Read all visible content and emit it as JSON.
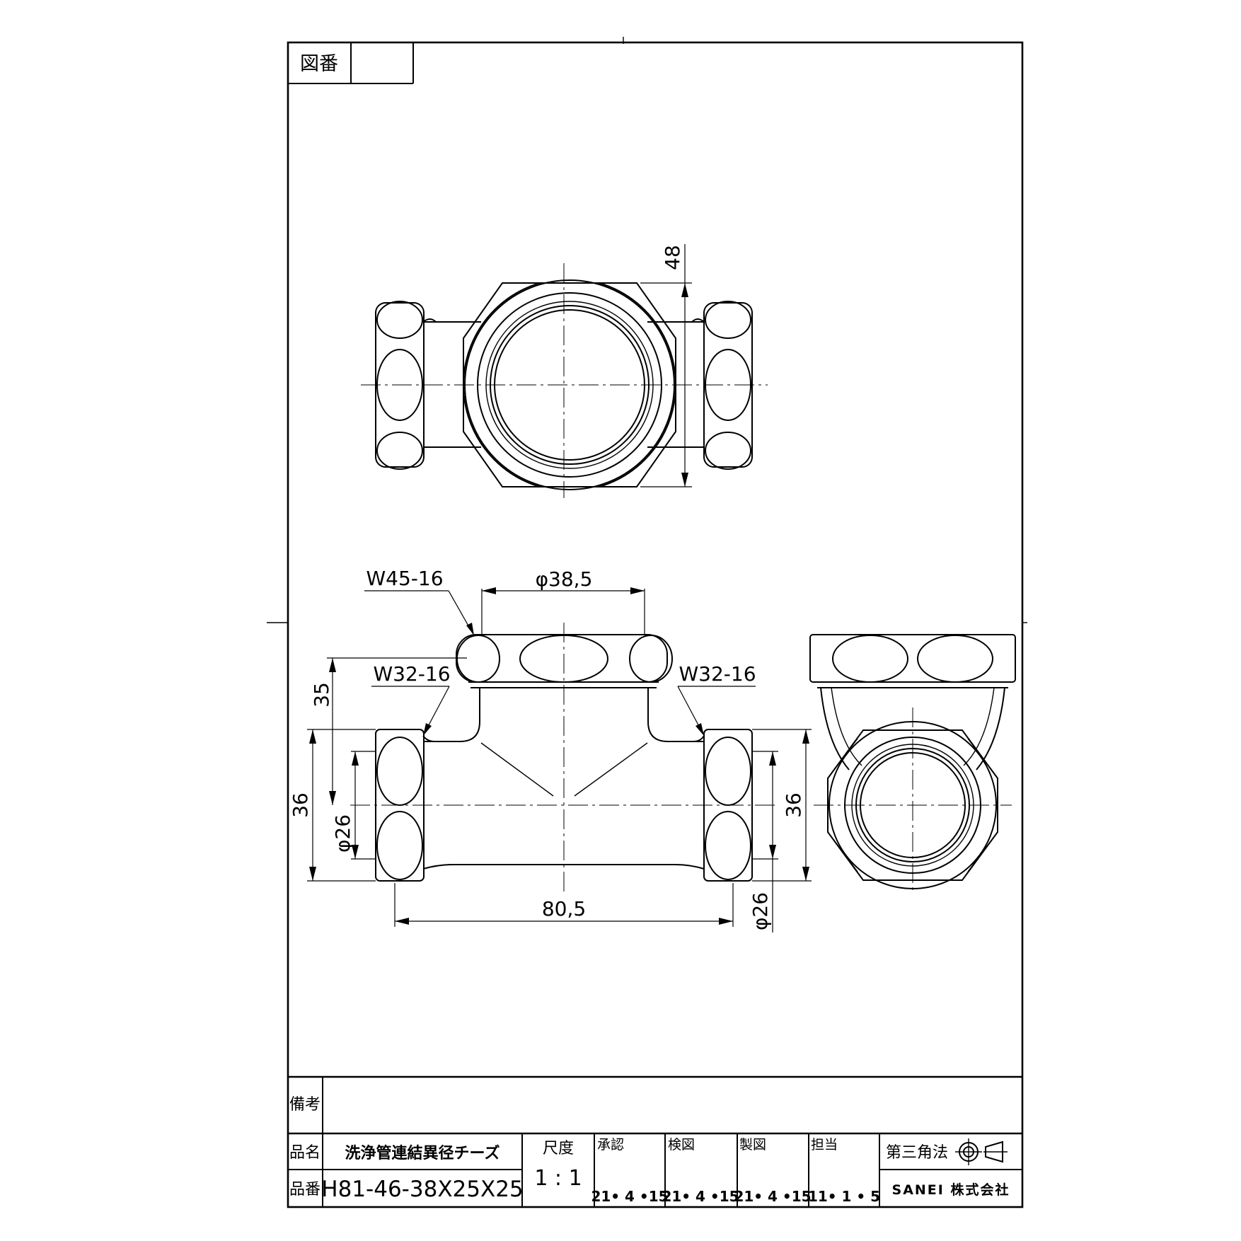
{
  "drawing_number": {
    "label": "図番",
    "value": ""
  },
  "dimensions": {
    "top_height": "48",
    "hex_top_dia": "φ38,5",
    "thread_top": "W45-16",
    "thread_left": "W32-16",
    "thread_right": "W32-16",
    "branch_height": "35",
    "left_height": "36",
    "left_bore": "φ26",
    "right_height": "36",
    "right_bore": "φ26",
    "overall_length": "80,5"
  },
  "title_block": {
    "remarks_label": "備考",
    "remarks_value": "",
    "name_label": "品名",
    "name_value": "洗浄管連結異径チーズ",
    "part_label": "品番",
    "part_value": "H81-46-38X25X25",
    "scale_label": "尺度",
    "scale_value": "1 : 1",
    "approved_label": "承認",
    "approved_date": "21• 4 •15",
    "checked_label": "検図",
    "checked_date": "21• 4 •15",
    "drawn_label": "製図",
    "drawn_date": "21• 4 •15",
    "charge_label": "担当",
    "charge_date": "11• 1 • 5",
    "projection_label": "第三角法",
    "company": "SANEI 株式会社"
  }
}
